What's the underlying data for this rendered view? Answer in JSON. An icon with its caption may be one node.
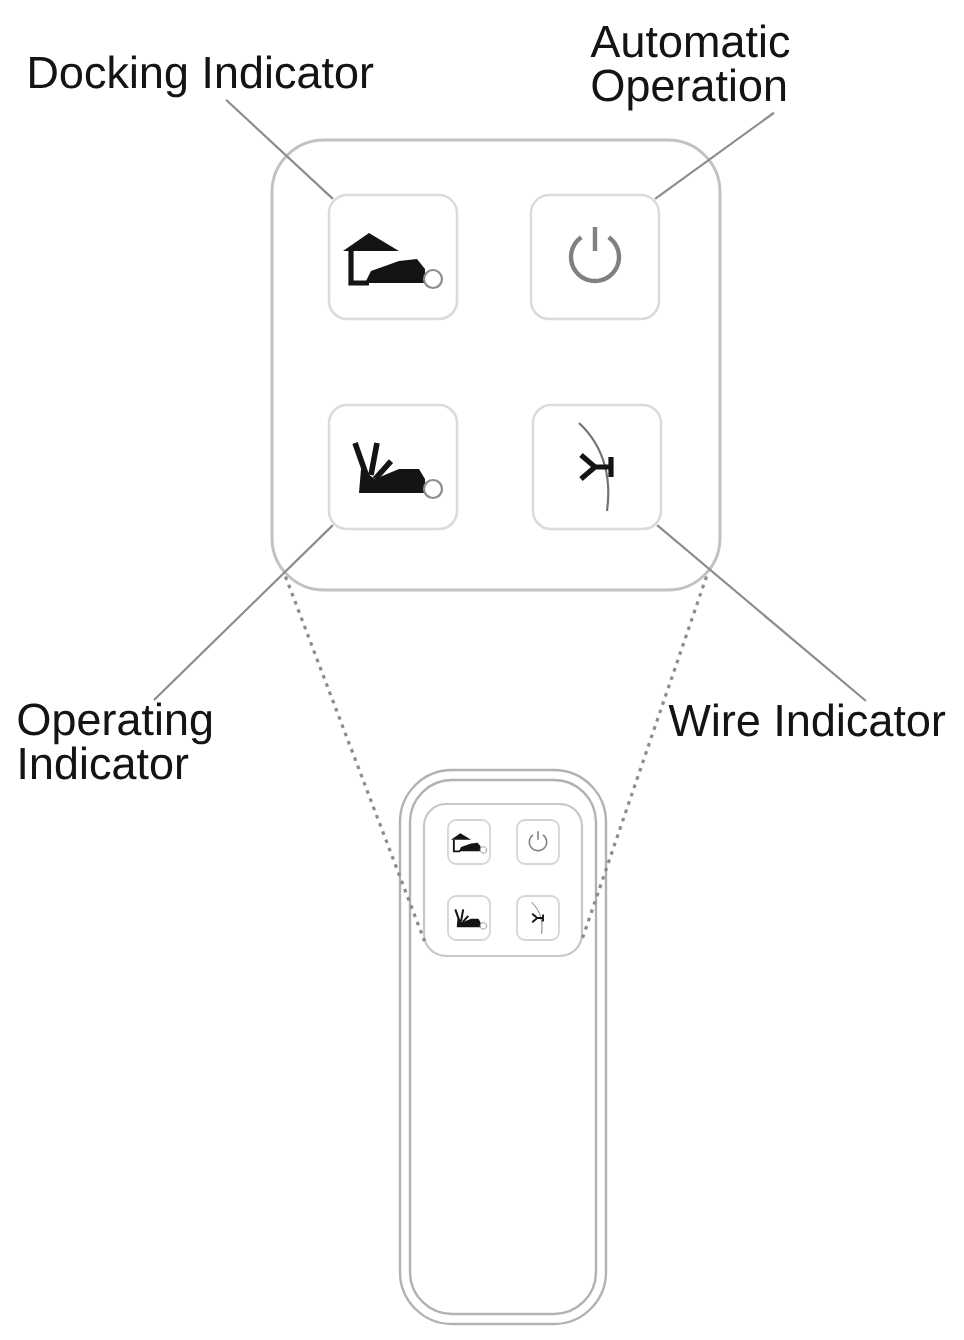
{
  "diagram": {
    "nodes": [
      {
        "text": [
          "Docking Indicator"
        ]
      },
      {
        "text": [
          "Automatic Operation"
        ]
      },
      {
        "text": [],
        "shape": "box"
      },
      {
        "text": [],
        "shape": "box",
        "in": 2
      },
      {
        "text": [],
        "shape": "box",
        "in": 2
      },
      {
        "text": [],
        "shape": "box",
        "in": 2
      },
      {
        "text": [],
        "shape": "box",
        "in": 2
      },
      {
        "text": [
          "Operating Indicator"
        ]
      },
      {
        "text": [
          "Wire Indicator"
        ]
      },
      {
        "text": [],
        "shape": "box"
      },
      {
        "text": [],
        "shape": "box",
        "in": 9
      }
    ],
    "edges": [
      {
        "from": 0,
        "to": 3,
        "arrow": "none"
      },
      {
        "from": 1,
        "to": 4,
        "arrow": "none"
      },
      {
        "from": 7,
        "to": 5,
        "arrow": "none"
      },
      {
        "from": 8,
        "to": 6,
        "arrow": "none"
      },
      {
        "from": 2,
        "to": 10,
        "arrow": "none",
        "style": "dashed"
      },
      {
        "from": 2,
        "to": 10,
        "arrow": "none",
        "style": "dashed"
      }
    ]
  }
}
